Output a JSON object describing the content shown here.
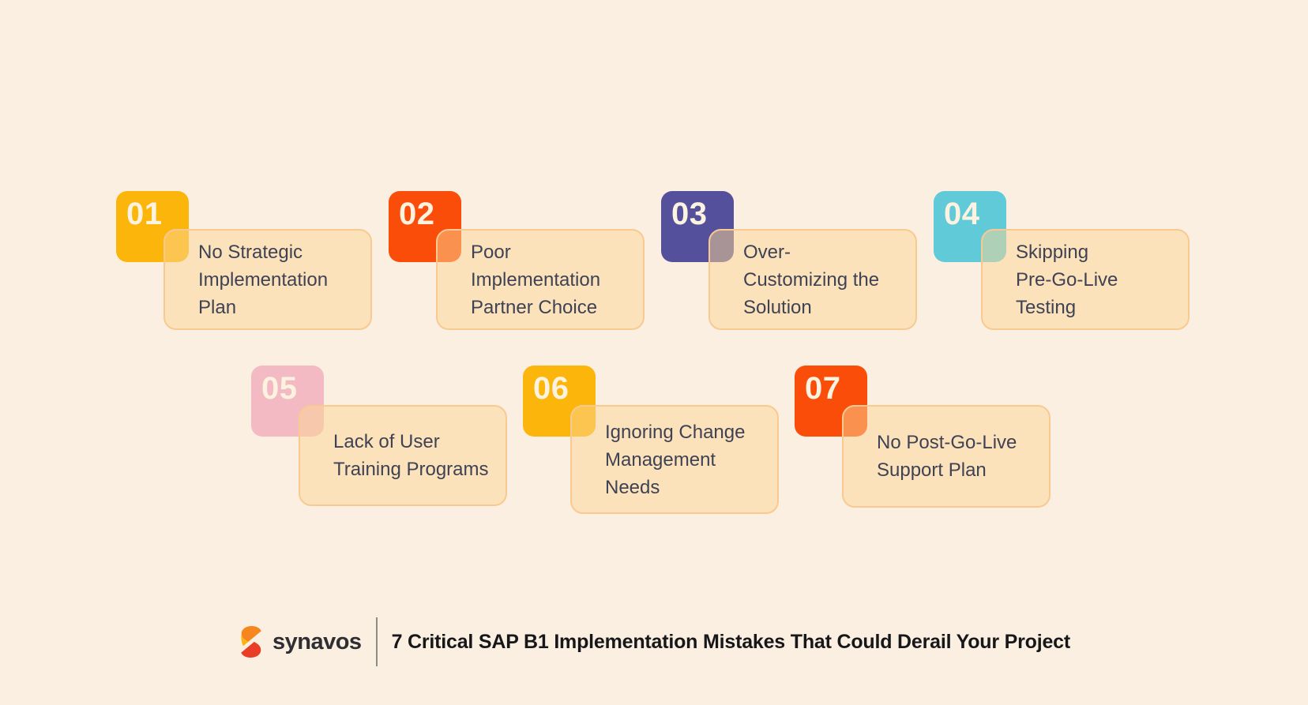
{
  "palette": {
    "background": "#FAEFE1",
    "card_fill": "#FBE3BB",
    "card_border": "#F8CA92",
    "card_text": "#3F4254",
    "number_text": "#FBF2E0",
    "yellow": "#FCB50A",
    "orange_red": "#FB4D0A",
    "indigo": "#54509B",
    "cyan": "#60CAD8",
    "pink": "#F3BAC4",
    "footer_title_color": "#17171A",
    "divider_color": "#8E8B85",
    "logo_orange": "#F6871F",
    "logo_yellow": "#FBB40D",
    "logo_red": "#EA3D25"
  },
  "items": [
    {
      "number": "01",
      "title": "No Strategic Implementation Plan",
      "lines": [
        "No Strategic",
        "Implementation",
        "Plan"
      ],
      "tile_color": "#FCB50A"
    },
    {
      "number": "02",
      "title": "Poor Implementation Partner Choice",
      "lines": [
        "Poor",
        "Implementation",
        "Partner Choice"
      ],
      "tile_color": "#FB4D0A"
    },
    {
      "number": "03",
      "title": "Over-Customizing the Solution",
      "lines": [
        "Over-",
        "Customizing the",
        "Solution"
      ],
      "tile_color": "#54509B"
    },
    {
      "number": "04",
      "title": "Skipping Pre-Go-Live Testing",
      "lines": [
        "Skipping",
        "Pre-Go-Live",
        "Testing"
      ],
      "tile_color": "#60CAD8"
    },
    {
      "number": "05",
      "title": "Lack of User Training Programs",
      "lines": [
        "Lack of User",
        "Training Programs",
        ""
      ],
      "tile_color": "#F3BAC4"
    },
    {
      "number": "06",
      "title": "Ignoring Change Management Needs",
      "lines": [
        "Ignoring Change",
        "Management",
        "Needs"
      ],
      "tile_color": "#FCB50A"
    },
    {
      "number": "07",
      "title": "No Post-Go-Live Support Plan",
      "lines": [
        "No Post-Go-Live",
        "Support Plan",
        ""
      ],
      "tile_color": "#FB4D0A"
    }
  ],
  "footer": {
    "brand": "synavos",
    "title": "7 Critical SAP B1 Implementation Mistakes That Could Derail Your Project"
  }
}
